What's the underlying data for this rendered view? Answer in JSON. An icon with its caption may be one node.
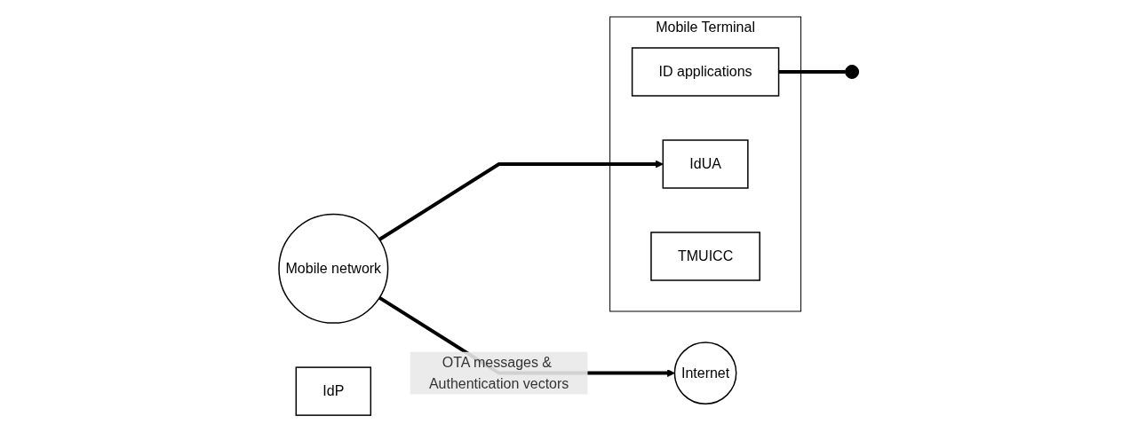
{
  "diagram": {
    "nodes": [
      {
        "text": [
          "Mobile Terminal"
        ]
      },
      {
        "text": [
          "ID applications"
        ],
        "in": 0
      },
      {
        "text": [
          "IdUA"
        ],
        "in": 0
      },
      {
        "text": [
          "TMUICC"
        ],
        "in": 0
      },
      {
        "text": [
          "Mobile network"
        ]
      },
      {
        "text": [
          "Internet"
        ]
      },
      {
        "text": [
          "IdP"
        ]
      },
      {
        "text": [],
        "shape": "circle"
      }
    ],
    "edges": [
      {
        "from": 1,
        "to": 7,
        "arrow": "none"
      },
      {
        "from": 4,
        "to": 2,
        "arrow": "to"
      },
      {
        "from": 4,
        "to": 5,
        "arrow": "to",
        "label": "OTA messages & Authentication vectors"
      }
    ]
  }
}
